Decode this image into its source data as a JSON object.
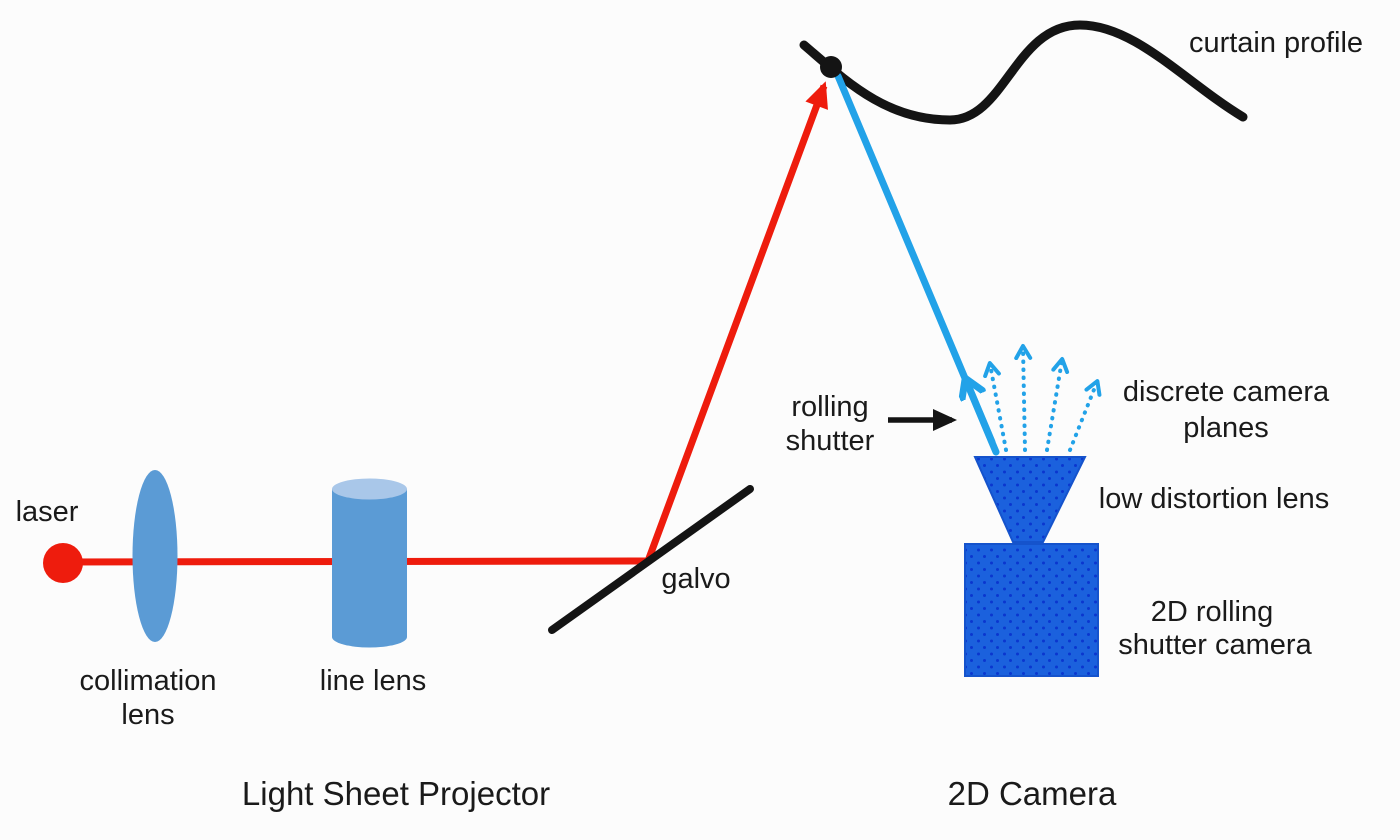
{
  "figure": {
    "left_caption": "Light Sheet Projector",
    "right_caption": "2D Camera"
  },
  "projector": {
    "laser_label": "laser",
    "collimation_lens_label": [
      "collimation",
      "lens"
    ],
    "line_lens_label": "line lens",
    "galvo_label": "galvo"
  },
  "scene": {
    "curtain_profile_label": "curtain profile"
  },
  "camera": {
    "rolling_shutter_label": [
      "rolling",
      "shutter"
    ],
    "discrete_camera_planes_label": [
      "discrete camera",
      "planes"
    ],
    "low_distortion_lens_label": "low distortion lens",
    "camera_body_label": [
      "2D rolling",
      "shutter camera"
    ]
  },
  "colors": {
    "background": "#fcfcfc",
    "laser_red": "#ee1c0d",
    "lens_blue": "#5b9bd5",
    "cylinder_top_blue": "#a9c7e9",
    "ray_blue": "#22a2e8",
    "camera_blue": "#1b61dd",
    "camera_dot_blue": "#0a36cf",
    "line_black": "#141414",
    "text": "#1a1a1a"
  }
}
